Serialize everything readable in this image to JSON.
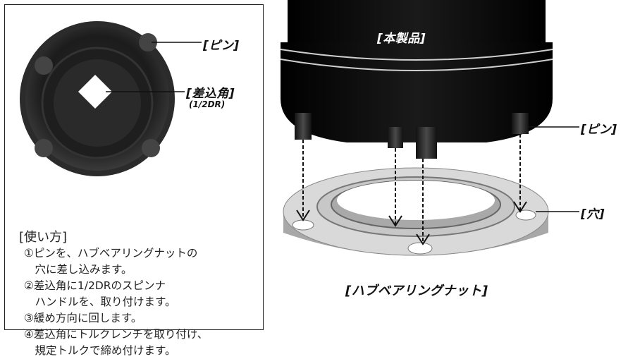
{
  "labels": {
    "pin_left": "[ピン]",
    "socket_square": "[差込角]",
    "socket_square_sub": "(1/2DR)",
    "product": "[本製品]",
    "pin_right": "[ピン]",
    "hole": "[穴]",
    "hub_bearing_nut": "[ハブベアリングナット]"
  },
  "usage": {
    "title": "[使い方]",
    "steps": [
      "①ピンを、ハブベアリングナットの",
      "　穴に差し込みます。",
      "②差込角に1/2DRのスピンナ",
      "　ハンドルを、取り付けます。",
      "③緩め方向に回します。",
      "④差込角にトルクレンチを取り付け、",
      "　規定トルクで締め付けます。"
    ]
  },
  "colors": {
    "product_body": "#111111",
    "nut_face": "#d9d9d9",
    "nut_side": "#a8a8a8",
    "label_text": "#111111"
  }
}
